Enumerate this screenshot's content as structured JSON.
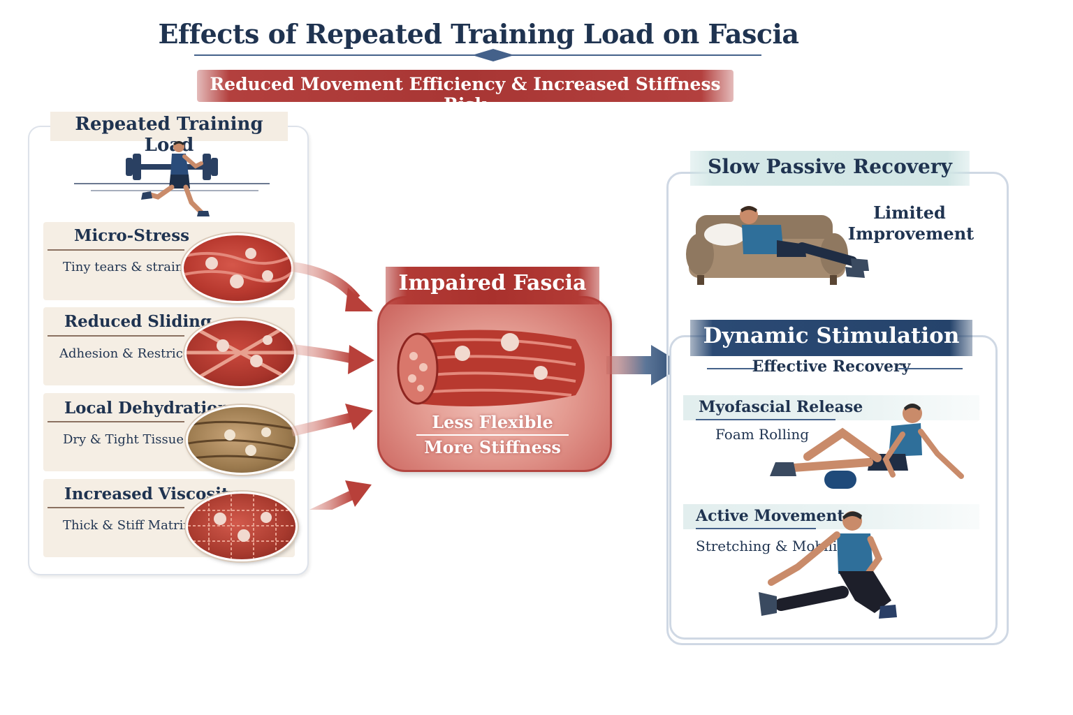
{
  "title": "Effects of Repeated Training Load on Fascia",
  "subtitle": "Reduced Movement Efficiency & Increased Stiffness Risk",
  "left_panel": {
    "header": "Repeated Training Load",
    "factors": [
      {
        "title": "Micro-Stress",
        "desc": "Tiny tears & strain",
        "color": "#b8392f"
      },
      {
        "title": "Reduced Sliding",
        "desc": "Adhesion & Restriction",
        "color": "#a8342b"
      },
      {
        "title": "Local Dehydration",
        "desc": "Dry & Tight Tissue",
        "color": "#9b7a4e"
      },
      {
        "title": "Increased Viscosity",
        "desc": "Thick & Stiff Matrix",
        "color": "#a83a2e"
      }
    ]
  },
  "center": {
    "header": "Impaired Fascia",
    "line1": "Less Flexible",
    "line2": "More Stiffness"
  },
  "right": {
    "slow_header": "Slow Passive Recovery",
    "limited_line1": "Limited",
    "limited_line2": "Improvement",
    "dynamic_header": "Dynamic Stimulation",
    "effective": "Effective Recovery",
    "methods": [
      {
        "title": "Myofascial Release",
        "desc": "Foam Rolling"
      },
      {
        "title": "Active Movement",
        "desc": "Stretching & Mobility"
      }
    ]
  },
  "colors": {
    "navy": "#1f3350",
    "red_accent": "#a9312d",
    "teal_band": "#d6e9e8",
    "blue_band": "#25436b"
  },
  "icons": [
    "barbell-icon",
    "runner-icon",
    "couch-person-icon",
    "foam-roller-person-icon",
    "stretching-person-icon",
    "fascia-tissue-icon",
    "flow-arrow-icon"
  ]
}
